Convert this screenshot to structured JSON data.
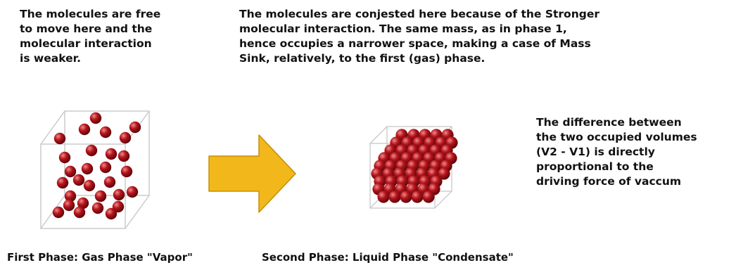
{
  "annotations": {
    "gas_note": "The molecules are free\nto move here and the\nmolecular interaction\nis weaker.",
    "liquid_note": "The molecules are conjested here because of the Stronger\nmolecular interaction. The same mass, as in phase 1,\nhence occupies a narrower space, making a case of Mass\nSink, relatively, to the first (gas) phase.",
    "difference_note": "The difference between\nthe two occupied volumes\n(V2 -  V1) is directly\nproportional to the\ndriving force of vaccum"
  },
  "captions": {
    "first_phase": "First Phase: Gas Phase \"Vapor\"",
    "second_phase": "Second Phase: Liquid Phase \"Condensate\""
  },
  "colors": {
    "molecule": "#b5141c",
    "molecule_highlight": "#f08a8a",
    "molecule_shadow": "#5a0508",
    "box_edge": "#c8c8c8",
    "arrow_fill": "#f2b81b",
    "arrow_edge": "#c48f07"
  }
}
